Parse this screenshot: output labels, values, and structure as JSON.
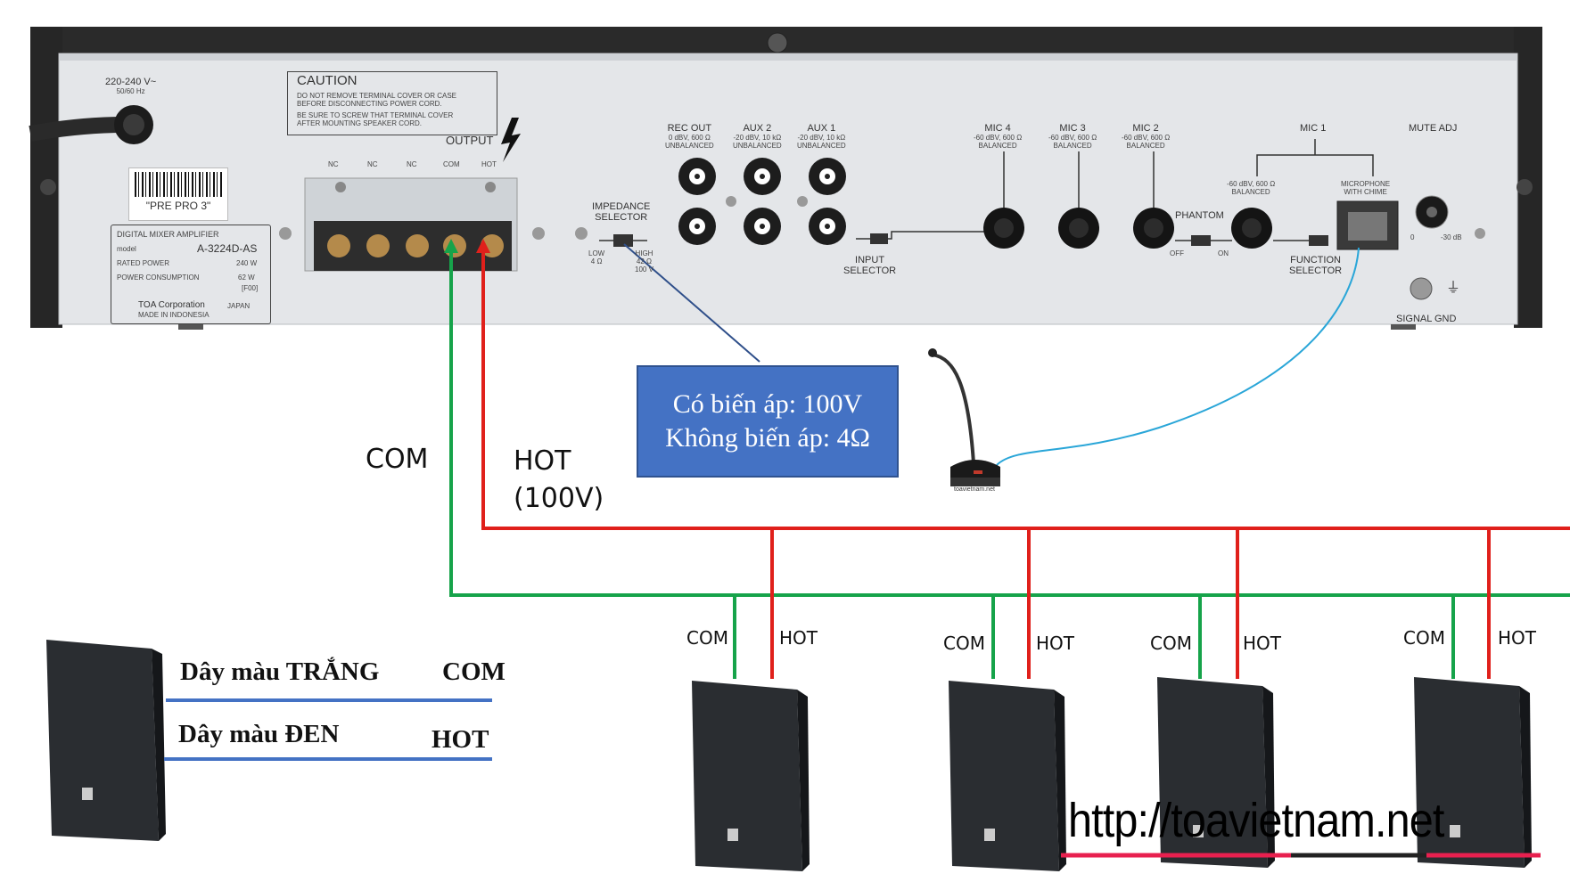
{
  "amplifier": {
    "power_label": "220-240 V~",
    "power_freq": "50/60 Hz",
    "caution_title": "CAUTION",
    "caution_line1": "DO NOT REMOVE TERMINAL COVER OR CASE",
    "caution_line2": "BEFORE DISCONNECTING POWER CORD.",
    "caution_line3": "BE SURE TO SCREW THAT TERMINAL COVER",
    "caution_line4": "AFTER MOUNTING SPEAKER CORD.",
    "barcode_text": "\"PRE PRO 3\"",
    "model_title": "DIGITAL MIXER AMPLIFIER",
    "model_label": "model",
    "model_value": "A-3224D-AS",
    "rated_power_label": "RATED POWER",
    "rated_power_value": "240 W",
    "power_consumption_label": "POWER CONSUMPTION",
    "power_consumption_value": "62 W",
    "f_code": "[F00]",
    "maker": "TOA Corporation",
    "maker_country": "JAPAN",
    "made_in": "MADE IN INDONESIA",
    "output_label": "OUTPUT",
    "terminals": [
      "NC",
      "NC",
      "NC",
      "COM",
      "HOT"
    ],
    "impedance_title1": "IMPEDANCE",
    "impedance_title2": "SELECTOR",
    "imp_low": "LOW",
    "imp_low_val": "4 Ω",
    "imp_high": "HIGH",
    "imp_high_val1": "42 Ω",
    "imp_high_val2": "100 V",
    "inputs": [
      {
        "name": "REC OUT",
        "spec1": "0 dBV, 600 Ω",
        "spec2": "UNBALANCED"
      },
      {
        "name": "AUX 2",
        "spec1": "-20 dBV, 10 kΩ",
        "spec2": "UNBALANCED"
      },
      {
        "name": "AUX 1",
        "spec1": "-20 dBV, 10 kΩ",
        "spec2": "UNBALANCED"
      }
    ],
    "input_selector1": "INPUT",
    "input_selector2": "SELECTOR",
    "mics": [
      {
        "name": "MIC 4",
        "spec1": "-60 dBV, 600 Ω",
        "spec2": "BALANCED"
      },
      {
        "name": "MIC 3",
        "spec1": "-60 dBV, 600 Ω",
        "spec2": "BALANCED"
      },
      {
        "name": "MIC 2",
        "spec1": "-60 dBV, 600 Ω",
        "spec2": "BALANCED"
      }
    ],
    "mic1_label": "MIC 1",
    "mic1_spec1": "-60 dBV, 600 Ω",
    "mic1_spec2": "BALANCED",
    "mic_chime1": "MICROPHONE",
    "mic_chime2": "WITH CHIME",
    "phantom_label": "PHANTOM",
    "phantom_off": "OFF",
    "phantom_on": "ON",
    "function_selector1": "FUNCTION",
    "function_selector2": "SELECTOR",
    "mute_adj": "MUTE ADJ",
    "mute_min": "0",
    "mute_max": "-30 dB",
    "signal_gnd": "SIGNAL GND"
  },
  "note_box": {
    "line1": "Có biến áp: 100V",
    "line2": "Không biến áp: 4Ω"
  },
  "wire_labels": {
    "com": "COM",
    "hot": "HOT",
    "hot_voltage": "(100V)"
  },
  "speaker_labels": [
    {
      "com": "COM",
      "hot": "HOT"
    },
    {
      "com": "COM",
      "hot": "HOT"
    },
    {
      "com": "COM",
      "hot": "HOT"
    },
    {
      "com": "COM",
      "hot": "HOT"
    }
  ],
  "legend": {
    "white_wire": "Dây màu TRẮNG",
    "white_role": "COM",
    "black_wire": "Dây màu ĐEN",
    "black_role": "HOT"
  },
  "watermark": "http://toavietnam.net",
  "mic_watermark": "toavietnam.net",
  "colors": {
    "hot_wire": "#e0201b",
    "com_wire": "#16a34a",
    "note_box": "#4472c4",
    "legend_line": "#4472c4",
    "mic_cable": "#2aa6d8",
    "url_underline": "#e8204f"
  }
}
